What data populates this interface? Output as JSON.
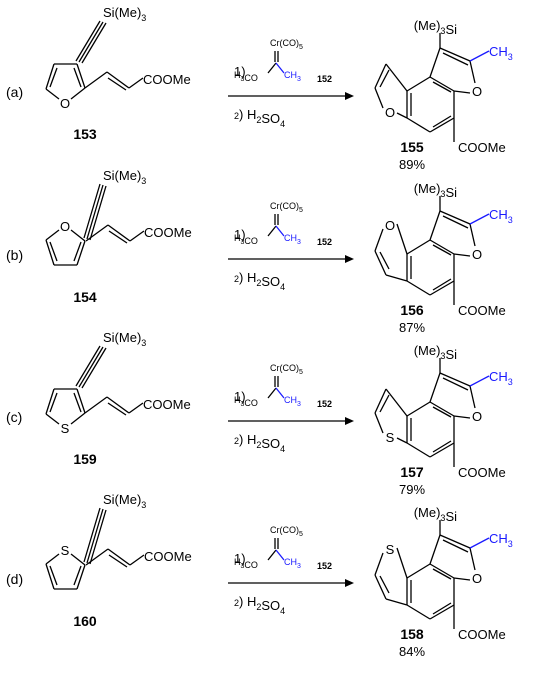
{
  "rows": [
    {
      "label": "(a)",
      "start_compound": "153",
      "heteroatom": "O",
      "hetero_position": "bottom",
      "substituents": {
        "silyl": "Si(Me)3",
        "ester": "COOMe"
      },
      "conditions": {
        "step1": "1)",
        "reagent_carbene": "Cr(CO)5",
        "reagent_ome": "H3CO",
        "reagent_ch3": "CH3",
        "reagent_number": "152",
        "step2": "2) H2SO4"
      },
      "product": {
        "number": "155",
        "yield": "89%",
        "silyl": "(Me)3Si",
        "methyl": "CH3",
        "ester": "COOMe",
        "ring_o": "O",
        "hetero": "O"
      }
    },
    {
      "label": "(b)",
      "start_compound": "154",
      "heteroatom": "O",
      "hetero_position": "top",
      "substituents": {
        "silyl": "Si(Me)3",
        "ester": "COOMe"
      },
      "conditions": {
        "step1": "1)",
        "reagent_carbene": "Cr(CO)5",
        "reagent_ome": "H3CO",
        "reagent_ch3": "CH3",
        "reagent_number": "152",
        "step2": "2) H2SO4"
      },
      "product": {
        "number": "156",
        "yield": "87%",
        "silyl": "(Me)3Si",
        "methyl": "CH3",
        "ester": "COOMe",
        "ring_o": "O",
        "hetero": "O"
      }
    },
    {
      "label": "(c)",
      "start_compound": "159",
      "heteroatom": "S",
      "hetero_position": "bottom",
      "substituents": {
        "silyl": "Si(Me)3",
        "ester": "COOMe"
      },
      "conditions": {
        "step1": "1)",
        "reagent_carbene": "Cr(CO)5",
        "reagent_ome": "H3CO",
        "reagent_ch3": "CH3",
        "reagent_number": "152",
        "step2": "2) H2SO4"
      },
      "product": {
        "number": "157",
        "yield": "79%",
        "silyl": "(Me)3Si",
        "methyl": "CH3",
        "ester": "COOMe",
        "ring_o": "O",
        "hetero": "S"
      }
    },
    {
      "label": "(d)",
      "start_compound": "160",
      "heteroatom": "S",
      "hetero_position": "top",
      "substituents": {
        "silyl": "Si(Me)3",
        "ester": "COOMe"
      },
      "conditions": {
        "step1": "1)",
        "reagent_carbene": "Cr(CO)5",
        "reagent_ome": "H3CO",
        "reagent_ch3": "CH3",
        "reagent_number": "152",
        "step2": "2) H2SO4"
      },
      "product": {
        "number": "158",
        "yield": "84%",
        "silyl": "(Me)3Si",
        "methyl": "CH3",
        "ester": "COOMe",
        "ring_o": "O",
        "hetero": "S"
      }
    }
  ],
  "colors": {
    "methyl": "#1a1aff",
    "ink": "#000000"
  }
}
